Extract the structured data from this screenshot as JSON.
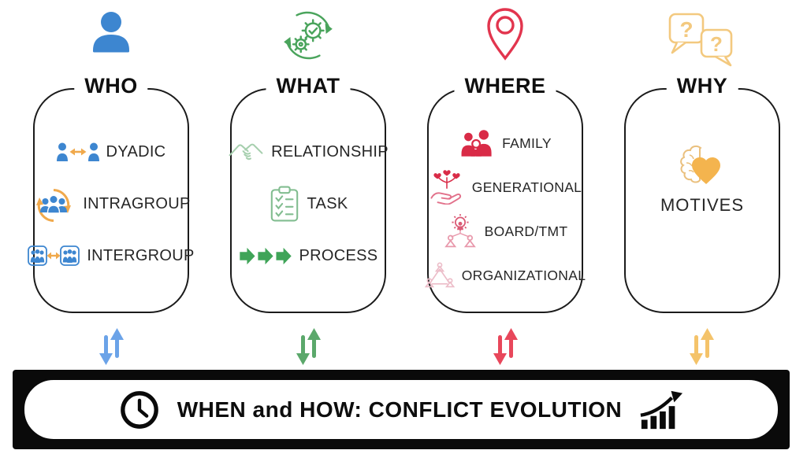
{
  "columns": [
    {
      "id": "who",
      "title": "WHO",
      "header_icon": "person-icon",
      "color": "#3d86d0",
      "accent": "#f0a94c",
      "items": [
        {
          "label": "DYADIC",
          "icon": "dyadic-icon"
        },
        {
          "label": "INTRAGROUP",
          "icon": "intragroup-icon"
        },
        {
          "label": "INTERGROUP",
          "icon": "intergroup-icon"
        }
      ]
    },
    {
      "id": "what",
      "title": "WHAT",
      "header_icon": "gears-cycle-icon",
      "color": "#4aa45c",
      "items": [
        {
          "label": "RELATIONSHIP",
          "icon": "handshake-icon"
        },
        {
          "label": "TASK",
          "icon": "task-checklist-icon"
        },
        {
          "label": "PROCESS",
          "icon": "process-arrows-icon"
        }
      ]
    },
    {
      "id": "where",
      "title": "WHERE",
      "header_icon": "map-pin-icon",
      "color": "#e2354e",
      "items": [
        {
          "label": "FAMILY",
          "icon": "family-icon"
        },
        {
          "label": "GENERATIONAL",
          "icon": "hand-sprout-icon"
        },
        {
          "label": "BOARD/TMT",
          "icon": "org-chart-gear-icon"
        },
        {
          "label": "ORGANIZATIONAL",
          "icon": "triangle-network-icon"
        }
      ]
    },
    {
      "id": "why",
      "title": "WHY",
      "header_icon": "question-bubbles-icon",
      "color": "#f2ba55",
      "items": [
        {
          "label": "MOTIVES",
          "icon": "brain-heart-icon"
        }
      ]
    }
  ],
  "footer": {
    "label": "WHEN and HOW: CONFLICT EVOLUTION",
    "left_icon": "clock-icon",
    "right_icon": "growth-chart-icon"
  },
  "colors": {
    "who_blue": "#3d86d0",
    "who_accent_orange": "#f0a94c",
    "what_green": "#4aa45c",
    "what_light_green": "#a6cfae",
    "where_red": "#e2354e",
    "where_light_pink": "#ecbcc8",
    "why_yellow": "#f2ba55",
    "footer_black": "#0a0a0a"
  }
}
